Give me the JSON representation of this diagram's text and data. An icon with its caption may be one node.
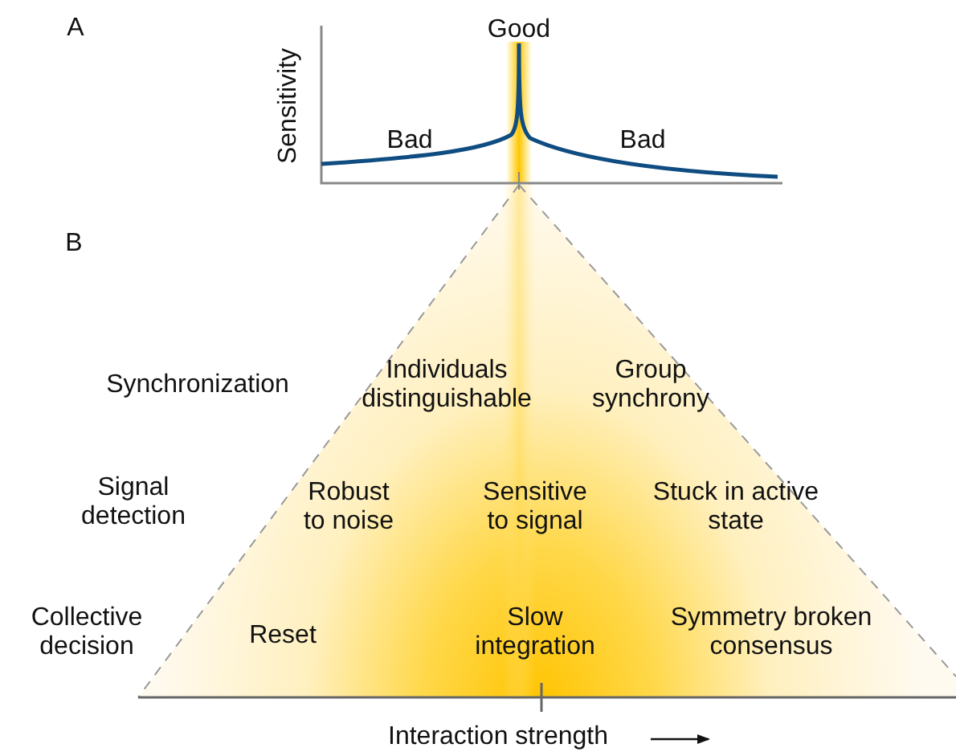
{
  "diagram": {
    "labels": [
      "A",
      "Good",
      "Sensitivity",
      "Bad",
      "Bad",
      "B",
      "Synchronization",
      "Individuals distinguishable",
      "Group synchrony",
      "Signal detection",
      "Robust to noise",
      "Sensitive to signal",
      "Stuck in active state",
      "Collective decision",
      "Reset",
      "Slow integration",
      "Symmetry broken consensus",
      "Interaction strength"
    ]
  }
}
